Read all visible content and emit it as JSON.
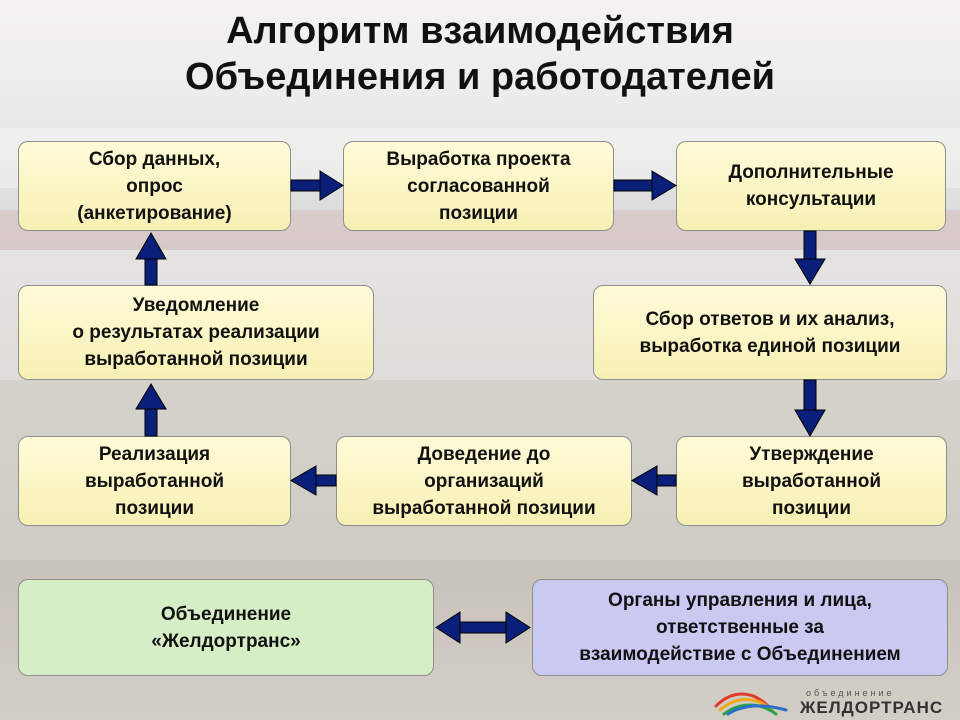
{
  "title": {
    "line1": "Алгоритм взаимодействия",
    "line2": "Объединения и работодателей"
  },
  "steps": {
    "collect": "Сбор данных,\nопрос\n(анкетирование)",
    "draft": "Выработка проекта\nсогласованной\nпозиции",
    "consult": "Дополнительные\nконсультации",
    "analysis": "Сбор ответов и их анализ,\nвыработка единой позиции",
    "approve": "Утверждение\nвыработанной\nпозиции",
    "inform": "Доведение до\nорганизаций\nвыработанной позиции",
    "implement": "Реализация\nвыработанной\nпозиции",
    "notify": "Уведомление\nо результатах реализации\nвыработанной позиции"
  },
  "parties": {
    "union": "Объединение\n«Желдортранс»",
    "bodies": "Органы управления и лица,\nответственные за\nвзаимодействие с Объединением"
  },
  "colors": {
    "arrow": "#0a1f7a",
    "yellow_box": "#f7f0b4",
    "green_box": "#d6eec6",
    "blue_box": "#c9c9f1"
  },
  "logo": {
    "sub": "объединение",
    "main": "ЖЕЛДОРТРАНС"
  }
}
